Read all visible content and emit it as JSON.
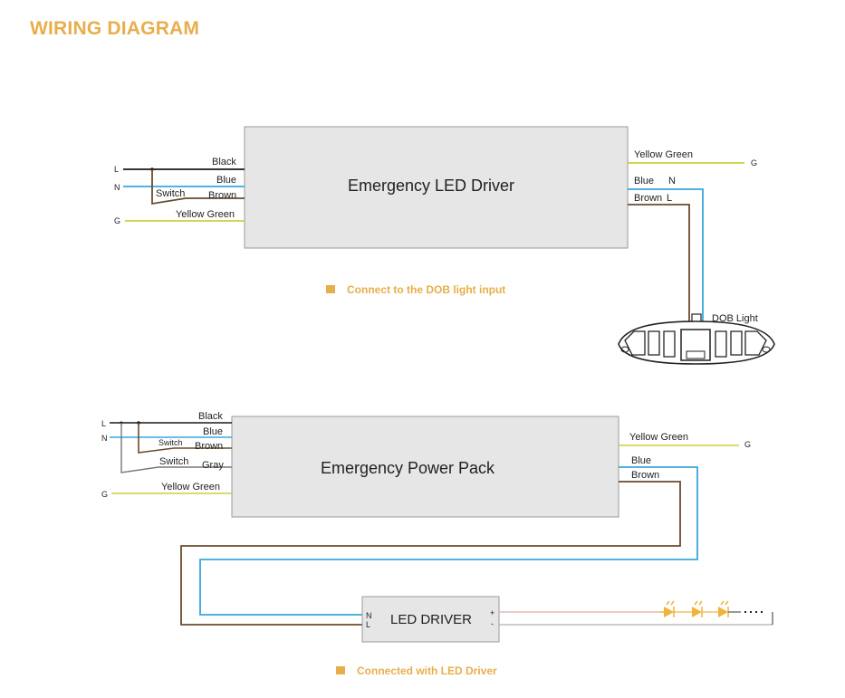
{
  "page": {
    "title": "WIRING DIAGRAM"
  },
  "diagram1": {
    "box_label": "Emergency LED Driver",
    "input_terminals": [
      "L",
      "N",
      "G"
    ],
    "input_wires": [
      "Black",
      "Blue",
      "Brown",
      "Yellow Green"
    ],
    "switch_label": "Switch",
    "output_wires": {
      "yellow_green": "Yellow Green",
      "blue": "Blue",
      "brown": "Brown"
    },
    "output_terminals": {
      "g": "G",
      "n": "N",
      "l": "L"
    },
    "load_label": "DOB Light",
    "caption": "Connect to the DOB light input"
  },
  "diagram2": {
    "box_label": "Emergency Power Pack",
    "input_terminals": [
      "L",
      "N",
      "G"
    ],
    "input_wires": [
      "Black",
      "Blue",
      "Brown",
      "Gray",
      "Yellow Green"
    ],
    "switch_labels": [
      "Switch",
      "Switch"
    ],
    "output_wires": {
      "yellow_green": "Yellow Green",
      "blue": "Blue",
      "brown": "Brown"
    },
    "output_terminal_g": "G",
    "driver_label": "LED DRIVER",
    "driver_inputs": [
      "N",
      "L"
    ],
    "driver_outputs": [
      "+",
      "-"
    ],
    "caption": "Connected with LED Driver"
  },
  "colors": {
    "accent": "#e8ae4c",
    "black_wire": "#1a1a1a",
    "blue_wire": "#3aa6dd",
    "brown_wire": "#6b4a2e",
    "yellow_green_wire": "#c9d23b",
    "box_fill": "#e6e6e6",
    "led": "#f0b43c"
  }
}
